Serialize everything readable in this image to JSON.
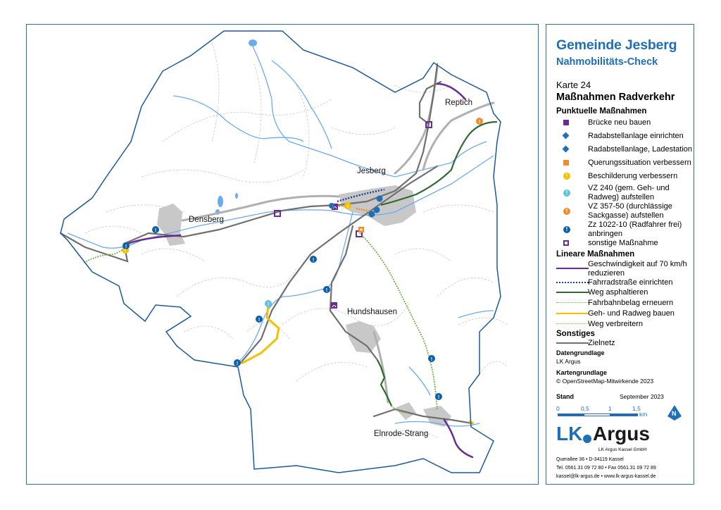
{
  "title": "Gemeinde Jesberg",
  "subtitle": "Nahmobilitäts-Check",
  "map_number": "Karte 24",
  "map_title": "Maßnahmen Radverkehr",
  "colors": {
    "brand_blue": "#1f6fb8",
    "boundary": "#1a5a9c",
    "river": "#6aaaf0",
    "zielnetz": "#707070",
    "purple": "#6a2c91",
    "fahrradstrasse": "#1f3f99",
    "asphalt": "#2e6b2e",
    "belag": "#6fb34a",
    "geh_radweg": "#f5c000",
    "verbreitern": "#f08c2a",
    "settlement": "#c8c8c8"
  },
  "legend": {
    "point_heading": "Punktuelle Maßnahmen",
    "point_items": [
      {
        "icon": "bridge-icon",
        "label": "Brücke neu bauen",
        "color": "#6a2c91"
      },
      {
        "icon": "bike-parking-icon",
        "label": "Radabstellanlage einrichten",
        "color": "#1f6fb8"
      },
      {
        "icon": "bike-parking-charging-icon",
        "label": "Radabstellanlage, Ladestation",
        "color": "#1f6fb8"
      },
      {
        "icon": "crossing-icon",
        "label": "Querungssituation verbessern",
        "color": "#f08c2a"
      },
      {
        "icon": "signage-icon",
        "label": "Beschilderung verbessern",
        "color": "#f5c000"
      },
      {
        "icon": "sign-vz240-icon",
        "label": "VZ 240 (gem. Geh- und Radweg) aufstellen",
        "color": "#5bc0ea"
      },
      {
        "icon": "sign-vz357-icon",
        "label": "VZ 357-50 (durchlässige Sackgasse) aufstellen",
        "color": "#f08c2a"
      },
      {
        "icon": "sign-zz1022-icon",
        "label": "Zz 1022-10 (Radfahrer frei) anbringen",
        "color": "#0d5fa8"
      },
      {
        "icon": "other-measure-icon",
        "label": "sonstige Maßnahme",
        "color": "#6a2c91"
      }
    ],
    "linear_heading": "Lineare Maßnahmen",
    "linear_items": [
      {
        "label": "Geschwindigkeit auf 70 km/h reduzieren",
        "style": "solid",
        "color": "#6a2c91"
      },
      {
        "label": "Fahrradstraße einrichten",
        "style": "dotted",
        "color": "#1f3f99"
      },
      {
        "label": "Weg asphaltieren",
        "style": "solid",
        "color": "#2e6b2e"
      },
      {
        "label": "Fahrbahnbelag erneuern",
        "style": "dotted",
        "color": "#6fb34a"
      },
      {
        "label": "Geh- und Radweg bauen",
        "style": "solid",
        "color": "#f5c000"
      },
      {
        "label": "Weg verbreitern",
        "style": "dotted",
        "color": "#f08c2a"
      }
    ],
    "other_heading": "Sonstiges",
    "other_items": [
      {
        "label": "Zielnetz",
        "style": "solid",
        "color": "#707070"
      }
    ],
    "data_source_heading": "Datengrundlage",
    "data_source": "LK Argus",
    "basemap_heading": "Kartengrundlage",
    "basemap": "© OpenStreetMap-Mitwirkende 2023",
    "status_heading": "Stand",
    "status_date": "September 2023",
    "scale": {
      "ticks": [
        "0",
        "0,5",
        "1",
        "1,5"
      ],
      "unit": "km"
    },
    "north_arrow": "N",
    "logo": {
      "text_lk": "LK",
      "text_argus": "Argus",
      "company": "LK Argus Kassel GmbH"
    },
    "address": "Querallee 36 • D-34119 Kassel",
    "phone": "Tel. 0561.31 09 72 80 • Fax 0561.31 09 72 89",
    "contact": "kassel@lk-argus.de • www.lk-argus-kassel.de"
  },
  "map": {
    "places": [
      {
        "name": "Jesberg"
      },
      {
        "name": "Reptich"
      },
      {
        "name": "Densberg"
      },
      {
        "name": "Hundshausen"
      },
      {
        "name": "Elnrode-Strang"
      }
    ]
  }
}
